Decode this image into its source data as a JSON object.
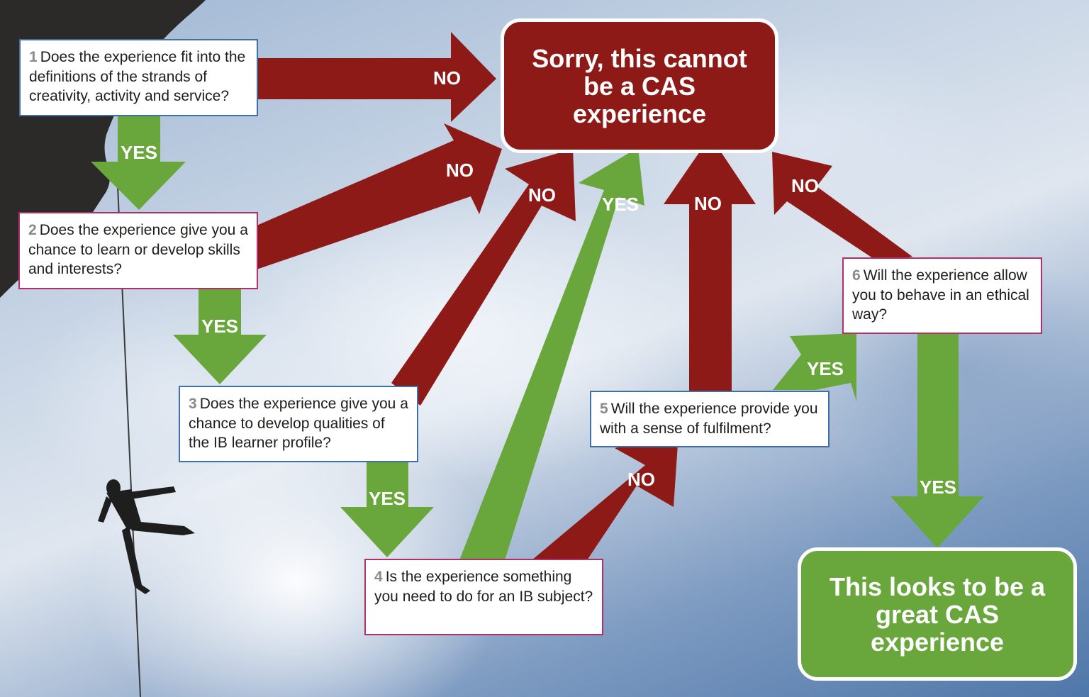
{
  "questions": [
    {
      "number": "1",
      "text": "Does the experience fit into the definitions of the strands of creativity, activity and service?"
    },
    {
      "number": "2",
      "text": "Does the experience give you a chance to learn or develop skills and interests?"
    },
    {
      "number": "3",
      "text": "Does the experience give you a chance to develop qualities of the IB learner profile?"
    },
    {
      "number": "4",
      "text": "Is the experience something you need to do for an IB subject?"
    },
    {
      "number": "5",
      "text": "Will the experience provide you with a sense of fulfilment?"
    },
    {
      "number": "6",
      "text": "Will the experience allow you to behave in an ethical way?"
    }
  ],
  "outcomes": {
    "rejected": "Sorry, this cannot be a CAS experience",
    "accepted": "This looks to be a great CAS experience"
  },
  "labels": {
    "yes": "YES",
    "no": "NO"
  },
  "colors": {
    "no_arrow": "#8e1a17",
    "yes_arrow": "#69a73c",
    "box_border_blue": "#3f6fa6",
    "box_border_pink": "#b0306a"
  }
}
